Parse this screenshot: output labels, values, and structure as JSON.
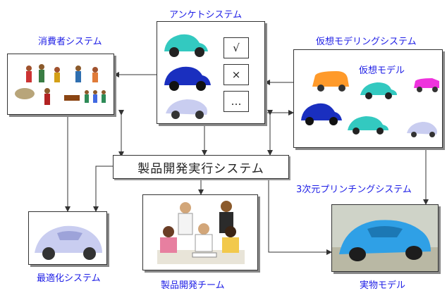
{
  "labels": {
    "survey_system": "アンケトシステム",
    "consumer_system": "消費者システム",
    "virtual_modeling_system": "仮想モデリングシステム",
    "virtual_model": "仮想モデル",
    "product_dev_execution_system": "製品開発実行システム",
    "printing_system": "3次元プリンチングシステム",
    "optimization_system": "最適化システム",
    "product_dev_team": "製品開発チーム",
    "physical_model": "実物モデル"
  },
  "survey_options": [
    "√",
    "×",
    "…"
  ],
  "colors": {
    "label_blue": "#1e1ee6",
    "car_cyan": "#33c9c0",
    "car_blue": "#1a2fbf",
    "car_orange": "#ff9a2a",
    "car_magenta": "#ee33dd",
    "car_silver": "#c9cdf0",
    "car_lightblue": "#2fa0e6"
  }
}
